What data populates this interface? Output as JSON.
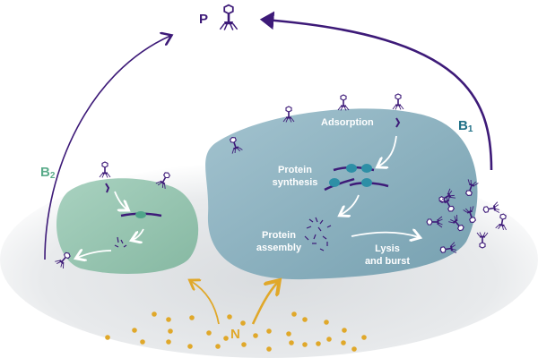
{
  "title": "Phage infection cycle",
  "labels": {
    "phage": "P",
    "bacterium1": "B",
    "bacterium1_sub": "1",
    "bacterium2": "B",
    "bacterium2_sub": "2",
    "nutrients": "N"
  },
  "steps": {
    "adsorption": "Adsorption",
    "protein_synthesis_1": "Protein",
    "protein_synthesis_2": "synthesis",
    "protein_assembly_1": "Protein",
    "protein_assembly_2": "assembly",
    "lysis_1": "Lysis",
    "lysis_2": "and burst"
  },
  "colors": {
    "phage": "#3d1a78",
    "bacterium1": "#7fa9b8",
    "bacterium1_label": "#1f6f86",
    "bacterium2": "#93c2ad",
    "bacterium2_label": "#5aab8a",
    "nutrients": "#e0a82a",
    "ribosome": "#2d8fa6",
    "step_text": "#ffffff"
  }
}
